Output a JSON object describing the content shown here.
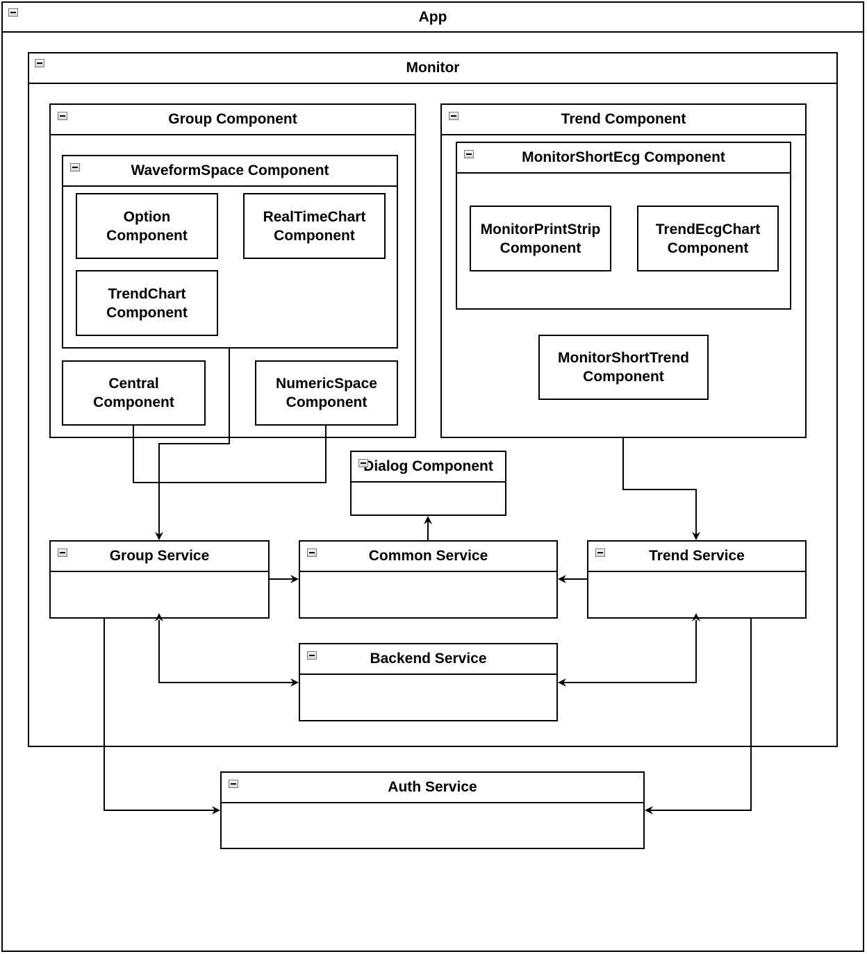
{
  "app": {
    "title": "App"
  },
  "monitor": {
    "title": "Monitor"
  },
  "group_component": {
    "title": "Group Component",
    "waveform_space": {
      "title": "WaveformSpace Component",
      "option": "Option\nComponent",
      "realtime_chart": "RealTimeChart\nComponent",
      "trend_chart": "TrendChart\nComponent"
    },
    "central": "Central\nComponent",
    "numeric_space": "NumericSpace\nComponent"
  },
  "trend_component": {
    "title": "Trend Component",
    "monitor_short_ecg": {
      "title": "MonitorShortEcg Component",
      "print_strip": "MonitorPrintStrip\nComponent",
      "trend_ecg_chart": "TrendEcgChart\nComponent"
    },
    "monitor_short_trend": "MonitorShortTrend\nComponent"
  },
  "dialog_component": {
    "title": "Dialog Component"
  },
  "services": {
    "group": "Group Service",
    "common": "Common Service",
    "trend": "Trend Service",
    "backend": "Backend Service",
    "auth": "Auth Service"
  }
}
